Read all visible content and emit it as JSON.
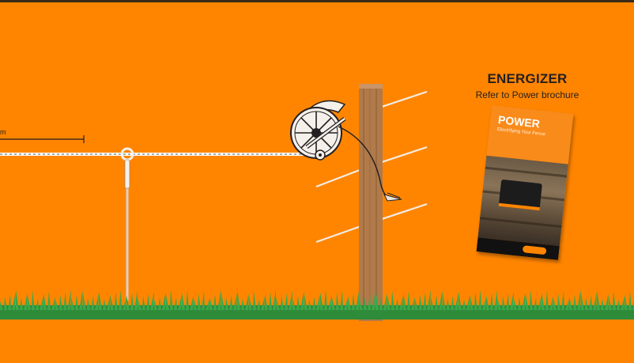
{
  "energizer": {
    "title": "ENERGIZER",
    "subtitle": "Refer to Power brochure"
  },
  "brochure": {
    "title": "POWER",
    "subtitle": "Electrifying Your Fence"
  },
  "measurement": {
    "label": "m"
  },
  "colors": {
    "background": "#ff8500",
    "grass": "#2e8b3a",
    "post": "#b07a4a",
    "text": "#231f20"
  }
}
